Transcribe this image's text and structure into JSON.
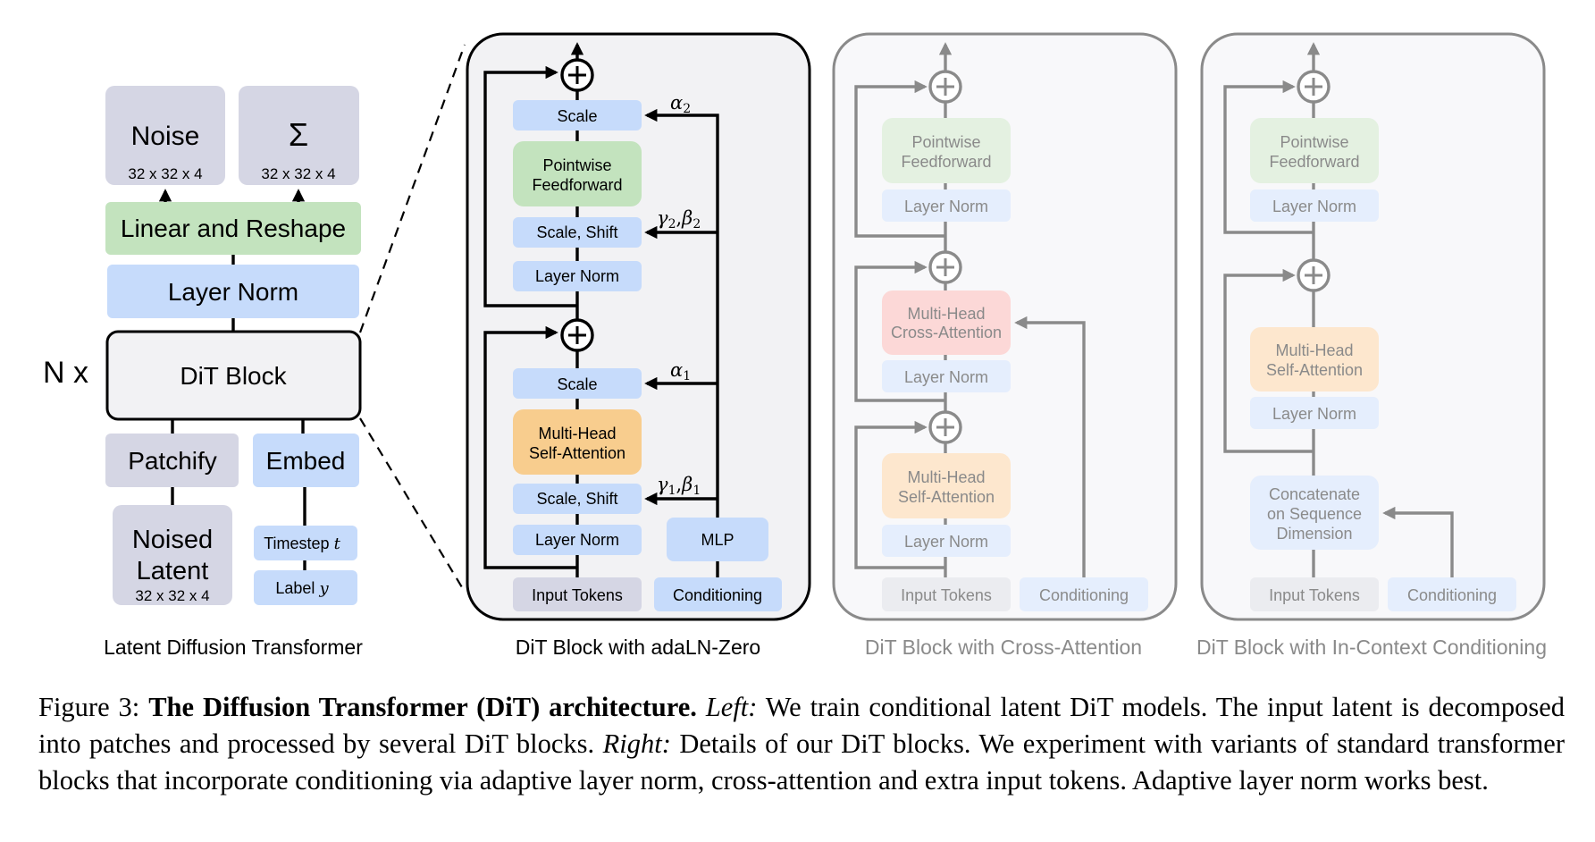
{
  "figure": {
    "left_panel": {
      "title": "Latent Diffusion Transformer",
      "repeat_label": "N x",
      "outputs": [
        {
          "label": "Noise",
          "shape": "32 x 32 x 4"
        },
        {
          "label": "Σ",
          "shape": "32 x 32 x 4"
        }
      ],
      "linear_reshape": "Linear and Reshape",
      "layer_norm": "Layer Norm",
      "dit_block": "DiT Block",
      "patchify": "Patchify",
      "embed": "Embed",
      "noised_latent_line1": "Noised",
      "noised_latent_line2": "Latent",
      "noised_latent_shape": "32 x 32 x 4",
      "timestep_label": "Timestep",
      "timestep_symbol": "t",
      "class_label": "Label",
      "class_symbol": "y"
    },
    "adaln_panel": {
      "title": "DiT Block with adaLN-Zero",
      "scale_top": "Scale",
      "pointwise_line1": "Pointwise",
      "pointwise_line2": "Feedforward",
      "scale_shift_top": "Scale, Shift",
      "layer_norm_top": "Layer Norm",
      "scale_bottom": "Scale",
      "mhsa_line1": "Multi-Head",
      "mhsa_line2": "Self-Attention",
      "scale_shift_bottom": "Scale, Shift",
      "layer_norm_bottom": "Layer Norm",
      "mlp": "MLP",
      "input_tokens": "Input Tokens",
      "conditioning": "Conditioning",
      "alpha2": {
        "base": "α",
        "sub": "2"
      },
      "gamma2_beta2": {
        "g": "γ",
        "gsub": "2",
        "sep": ",",
        "b": "β",
        "bsub": "2"
      },
      "alpha1": {
        "base": "α",
        "sub": "1"
      },
      "gamma1_beta1": {
        "g": "γ",
        "gsub": "1",
        "sep": ",",
        "b": "β",
        "bsub": "1"
      }
    },
    "cross_panel": {
      "title": "DiT Block with Cross-Attention",
      "pointwise_line1": "Pointwise",
      "pointwise_line2": "Feedforward",
      "layer_norm_1": "Layer Norm",
      "cross_line1": "Multi-Head",
      "cross_line2": "Cross-Attention",
      "layer_norm_2": "Layer Norm",
      "mhsa_line1": "Multi-Head",
      "mhsa_line2": "Self-Attention",
      "layer_norm_3": "Layer Norm",
      "input_tokens": "Input Tokens",
      "conditioning": "Conditioning"
    },
    "incontext_panel": {
      "title": "DiT Block with In-Context Conditioning",
      "pointwise_line1": "Pointwise",
      "pointwise_line2": "Feedforward",
      "layer_norm_1": "Layer Norm",
      "mhsa_line1": "Multi-Head",
      "mhsa_line2": "Self-Attention",
      "layer_norm_2": "Layer Norm",
      "concat_line1": "Concatenate",
      "concat_line2": "on Sequence",
      "concat_line3": "Dimension",
      "input_tokens": "Input Tokens",
      "conditioning": "Conditioning"
    },
    "colors": {
      "gray_box": "#D5D6E4",
      "blue_box": "#C6DBFB",
      "green_box": "#C3E3BE",
      "orange_box": "#F8CD8E",
      "panel_bg": "#F2F2F4",
      "faded_gray_box": "#EBECF0",
      "faded_blue_box": "#E5EEFD",
      "faded_green_box": "#E4F1E1",
      "faded_pink_box": "#FCD8D7",
      "faded_orange_box": "#FDE7CE",
      "faded_panel_bg": "#F8F8FA",
      "faded_stroke": "#8A8A8A"
    }
  },
  "caption": {
    "figure_number": "Figure 3:",
    "bold_title": "The Diffusion Transformer (DiT) architecture.",
    "left_label": "Left:",
    "left_text": "We train conditional latent DiT models. The input latent is decomposed into patches and processed by several DiT blocks.",
    "right_label": "Right:",
    "right_text": "Details of our DiT blocks. We experiment with variants of standard transformer blocks that incorporate conditioning via adaptive layer norm, cross-attention and extra input tokens. Adaptive layer norm works best."
  }
}
